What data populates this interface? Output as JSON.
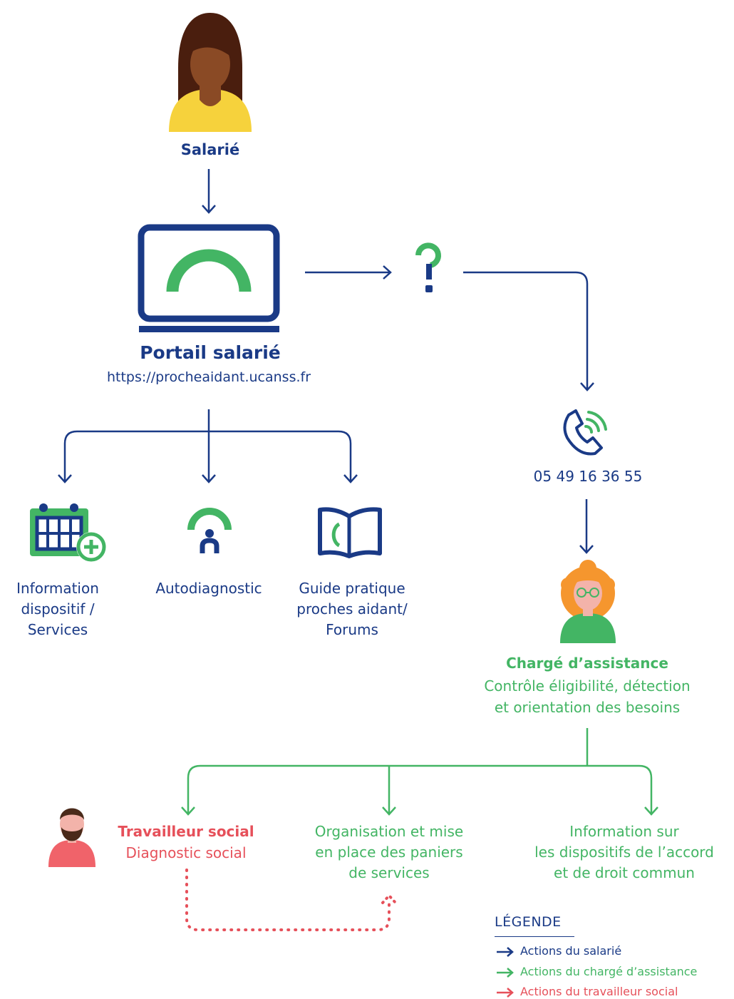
{
  "actors": {
    "salarie": "Salarié",
    "portal_title": "Portail salarié",
    "portal_url": "https://procheaidant.ucanss.fr",
    "phone": "05 49 16 36 55",
    "assistant_title": "Chargé d’assistance",
    "assistant_desc_1": "Contrôle éligibilité, détection",
    "assistant_desc_2": "et orientation des besoins",
    "social_title": "Travailleur social",
    "social_desc": "Diagnostic social"
  },
  "portal_outputs": {
    "info_1": "Information",
    "info_2": "dispositif /",
    "info_3": "Services",
    "auto": "Autodiagnostic",
    "guide_1": "Guide pratique",
    "guide_2": "proches aidant/",
    "guide_3": "Forums"
  },
  "assistant_outputs": {
    "org_1": "Organisation et mise",
    "org_2": "en place des paniers",
    "org_3": "de services",
    "info_1": "Information sur",
    "info_2": "les dispositifs de l’accord",
    "info_3": "et de droit commun"
  },
  "legend": {
    "title": "LÉGENDE",
    "items": [
      {
        "label": "Actions du salarié",
        "color": "#1a3a86"
      },
      {
        "label": "Actions du chargé d’assistance",
        "color": "#43b564"
      },
      {
        "label": "Actions du travailleur social",
        "color": "#e6505a"
      }
    ]
  },
  "colors": {
    "navy": "#1a3a86",
    "green": "#43b564",
    "red": "#e6505a",
    "yellow": "#f6d23c"
  }
}
